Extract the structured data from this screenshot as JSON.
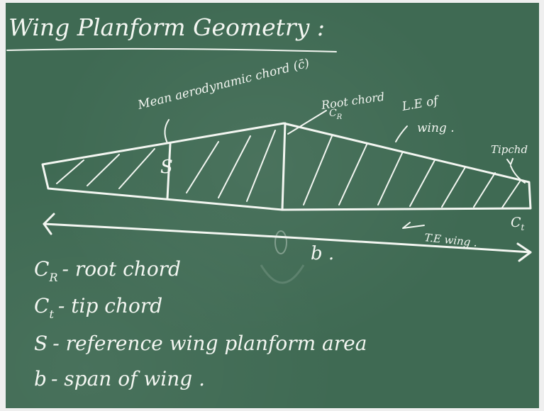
{
  "title": "Wing Planform Geometry :",
  "labels": {
    "mac": "Mean aerodynamic chord (c̄)",
    "root_chord": "Root chord",
    "root_symbol": "C",
    "root_symbol_sub": "R",
    "le": "L.E of",
    "le_line2": "wing .",
    "tip_chord": "Tipchd",
    "tip_symbol": "C",
    "tip_symbol_sub": "t",
    "area_symbol": "S",
    "te": "T.E wing .",
    "span_symbol": "b ."
  },
  "legend": [
    {
      "symbol": "C",
      "sub": "R",
      "text": "- root chord"
    },
    {
      "symbol": "C",
      "sub": "t",
      "text": "- tip chord"
    },
    {
      "symbol": "S",
      "sub": "",
      "text": "- reference wing planform area"
    },
    {
      "symbol": "b",
      "sub": "",
      "text": "- span of wing ."
    }
  ],
  "colors": {
    "board": "#3f6a53",
    "chalk": "#f3f6f1"
  }
}
